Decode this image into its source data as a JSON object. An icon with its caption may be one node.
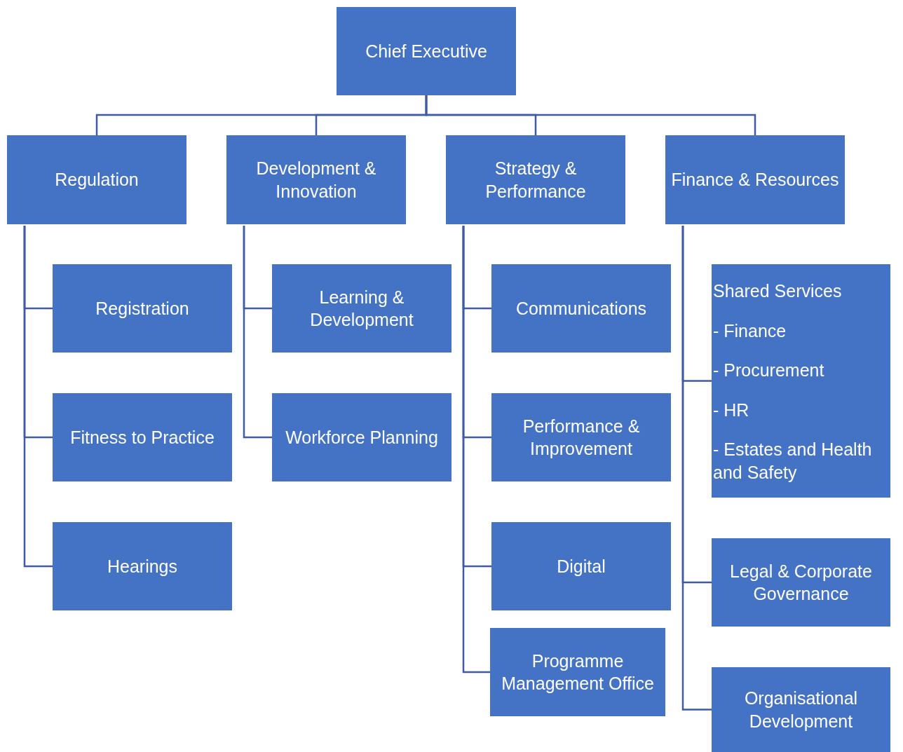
{
  "diagram": {
    "nodes": [
      {
        "text": [
          "Chief Executive"
        ]
      },
      {
        "text": [
          "Regulation"
        ]
      },
      {
        "text": [
          "Development & Innovation"
        ]
      },
      {
        "text": [
          "Strategy & Performance"
        ]
      },
      {
        "text": [
          "Finance & Resources"
        ]
      },
      {
        "text": [
          "Registration"
        ]
      },
      {
        "text": [
          "Fitness to Practice"
        ]
      },
      {
        "text": [
          "Hearings"
        ]
      },
      {
        "text": [
          "Learning & Development"
        ]
      },
      {
        "text": [
          "Workforce Planning"
        ]
      },
      {
        "text": [
          "Communications"
        ]
      },
      {
        "text": [
          "Performance & Improvement"
        ]
      },
      {
        "text": [
          "Digital"
        ]
      },
      {
        "text": [
          "Programme Management Office"
        ]
      },
      {
        "text": [
          "Shared Services",
          "- Finance",
          "- Procurement",
          "- HR",
          "- Estates and Health and Safety"
        ]
      },
      {
        "text": [
          "Legal & Corporate Governance"
        ]
      },
      {
        "text": [
          "Organisational Development"
        ]
      }
    ],
    "edges": [
      {
        "from": 0,
        "to": 1,
        "arrow": "none"
      },
      {
        "from": 0,
        "to": 2,
        "arrow": "none"
      },
      {
        "from": 0,
        "to": 3,
        "arrow": "none"
      },
      {
        "from": 0,
        "to": 4,
        "arrow": "none"
      },
      {
        "from": 1,
        "to": 5,
        "arrow": "none"
      },
      {
        "from": 1,
        "to": 6,
        "arrow": "none"
      },
      {
        "from": 1,
        "to": 7,
        "arrow": "none"
      },
      {
        "from": 2,
        "to": 8,
        "arrow": "none"
      },
      {
        "from": 2,
        "to": 9,
        "arrow": "none"
      },
      {
        "from": 3,
        "to": 10,
        "arrow": "none"
      },
      {
        "from": 3,
        "to": 11,
        "arrow": "none"
      },
      {
        "from": 3,
        "to": 12,
        "arrow": "none"
      },
      {
        "from": 3,
        "to": 13,
        "arrow": "none"
      },
      {
        "from": 4,
        "to": 14,
        "arrow": "none"
      },
      {
        "from": 4,
        "to": 15,
        "arrow": "none"
      },
      {
        "from": 4,
        "to": 16,
        "arrow": "none"
      }
    ]
  }
}
